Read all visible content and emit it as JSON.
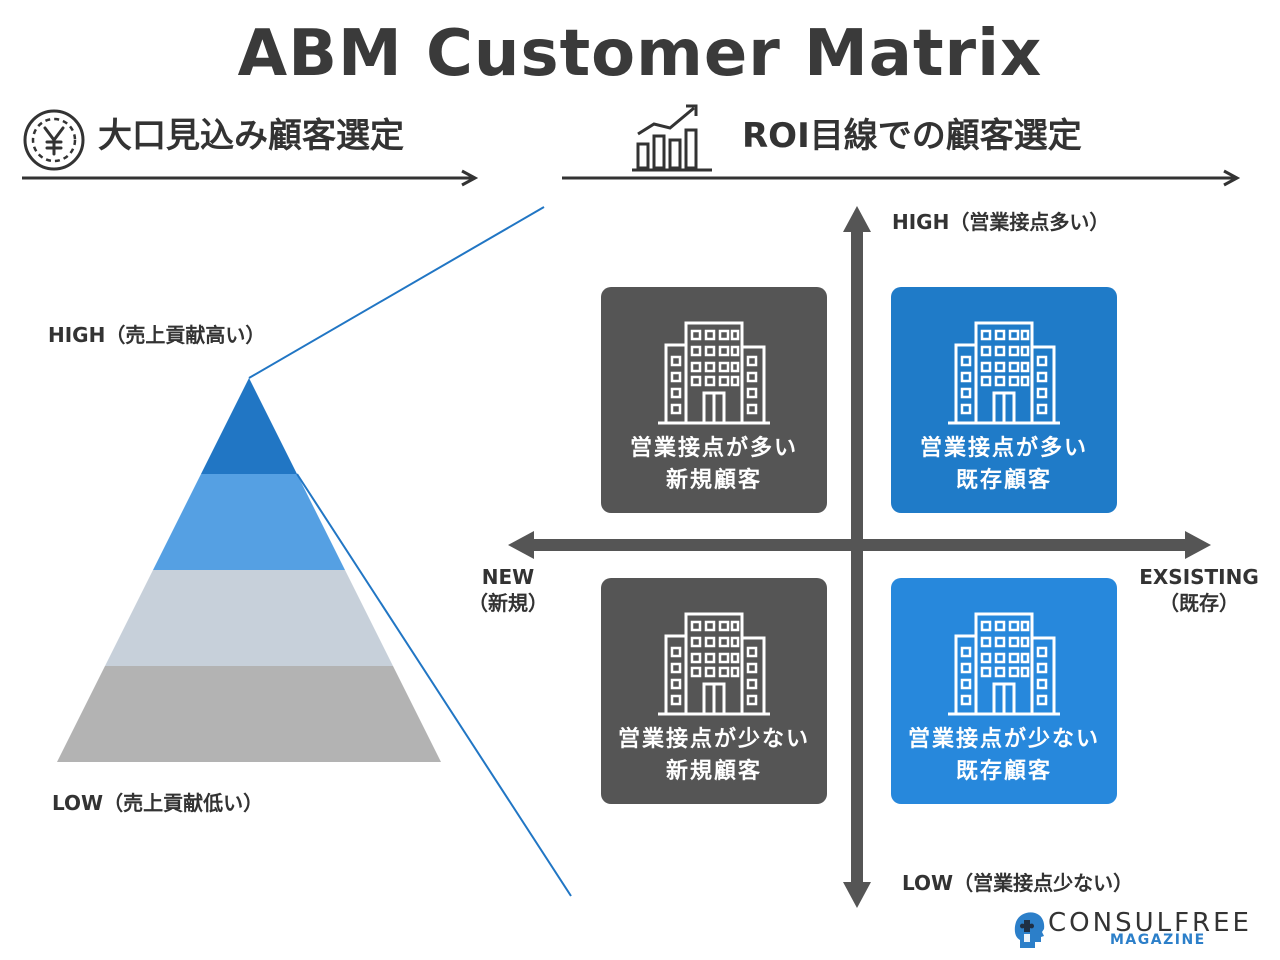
{
  "title": "ABM Customer Matrix",
  "left_section": {
    "heading": "大口見込み顧客選定",
    "icon": "yen-coin-icon",
    "top_label": "HIGH（売上貢献高い）",
    "bottom_label": "LOW（売上貢献低い）",
    "colors": [
      "#2176c4",
      "#55a0e3",
      "#c7d0da",
      "#b3b3b3"
    ]
  },
  "right_section": {
    "heading": "ROI目線での顧客選定",
    "icon": "bar-chart-growth-icon",
    "axis_top": "HIGH（営業接点多い）",
    "axis_bottom": "LOW（営業接点少ない）",
    "axis_left_line1": "NEW",
    "axis_left_line2": "（新規）",
    "axis_right_line1": "EXSISTING",
    "axis_right_line2": "（既存）",
    "quadrants": {
      "top_left": {
        "line1": "営業接点が多い",
        "line2": "新規顧客",
        "color": "#555555"
      },
      "top_right": {
        "line1": "営業接点が多い",
        "line2": "既存顧客",
        "color": "#1f7bc8"
      },
      "bottom_left": {
        "line1": "営業接点が少ない",
        "line2": "新規顧客",
        "color": "#555555"
      },
      "bottom_right": {
        "line1": "営業接点が少ない",
        "line2": "既存顧客",
        "color": "#2788dc"
      }
    }
  },
  "logo": {
    "name": "CONSULFREE",
    "sub": "MAGAZINE"
  }
}
